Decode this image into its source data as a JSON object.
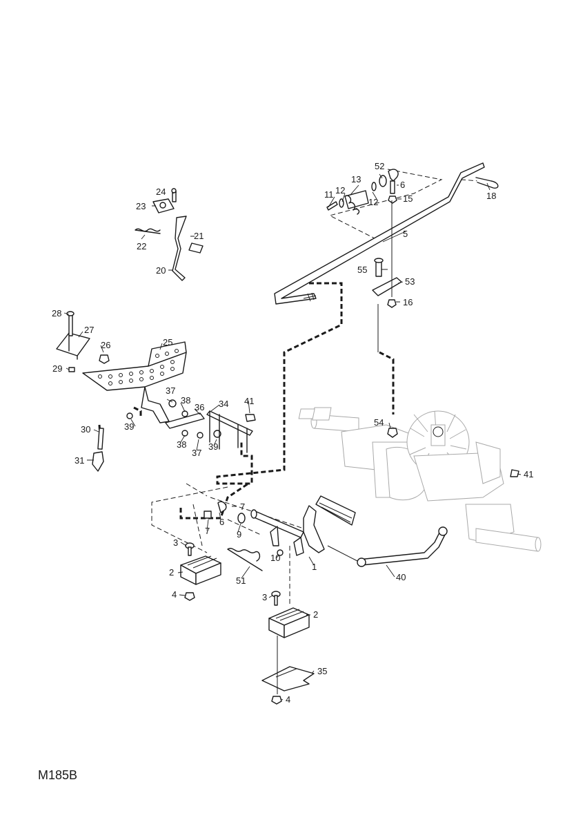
{
  "diagram_code": "M185B",
  "callouts": {
    "c1": "1",
    "c2a": "2",
    "c2b": "2",
    "c3a": "3",
    "c3b": "3",
    "c4a": "4",
    "c4b": "4",
    "c5": "5",
    "c6a": "6",
    "c6b": "6",
    "c7a": "7",
    "c7b": "7",
    "c9": "9",
    "c10": "10",
    "c11": "11",
    "c12a": "12",
    "c12b": "12",
    "c13": "13",
    "c15": "15",
    "c16": "16",
    "c18": "18",
    "c20": "20",
    "c21": "21",
    "c22": "22",
    "c23": "23",
    "c24": "24",
    "c25": "25",
    "c26": "26",
    "c27": "27",
    "c28": "28",
    "c29": "29",
    "c30": "30",
    "c31": "31",
    "c34": "34",
    "c35": "35",
    "c36": "36",
    "c37a": "37",
    "c37b": "37",
    "c38a": "38",
    "c38b": "38",
    "c39a": "39",
    "c39b": "39",
    "c40": "40",
    "c41a": "41",
    "c41b": "41",
    "c51": "51",
    "c52": "52",
    "c53": "53",
    "c54": "54",
    "c55": "55"
  }
}
